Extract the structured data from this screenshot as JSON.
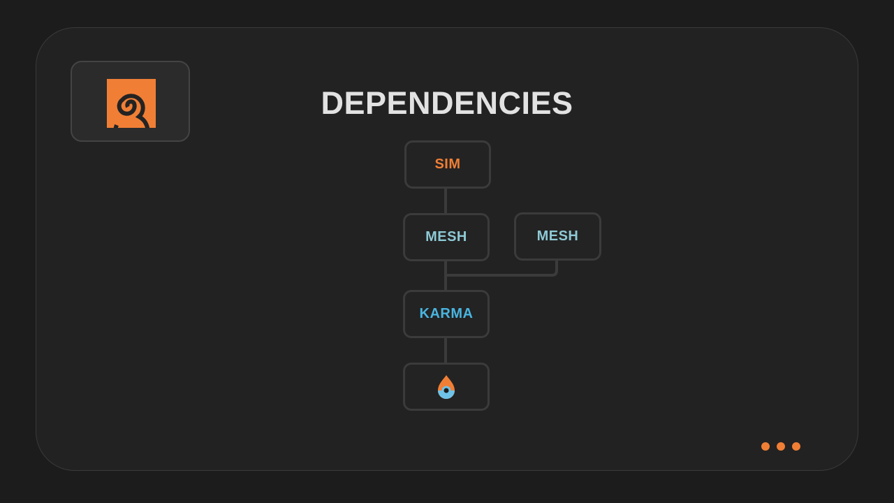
{
  "title": "DEPENDENCIES",
  "nodes": {
    "sim": "SIM",
    "mesh_1": "MESH",
    "mesh_2": "MESH",
    "karma": "KARMA"
  },
  "icons": {
    "logo": "houdini-spiral-icon",
    "output": "karma-droplet-icon",
    "more": "more-dots-icon"
  },
  "colors": {
    "background": "#1c1c1c",
    "card": "#222222",
    "accent_orange": "#f07f35",
    "mesh_teal": "#8ec9d6",
    "karma_blue": "#49b5e0",
    "title": "#e2e2e2"
  }
}
